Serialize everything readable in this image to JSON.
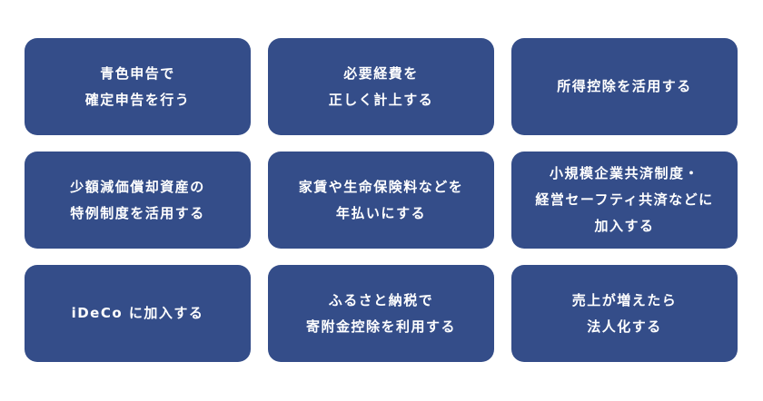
{
  "colors": {
    "card": "#344d89",
    "text": "#ffffff"
  },
  "cards": [
    {
      "lines": [
        "青色申告で",
        "確定申告を行う"
      ]
    },
    {
      "lines": [
        "必要経費を",
        "正しく計上する"
      ]
    },
    {
      "lines": [
        "所得控除を活用する"
      ]
    },
    {
      "lines": [
        "少額減価償却資産の",
        "特例制度を活用する"
      ]
    },
    {
      "lines": [
        "家賃や生命保険料などを",
        "年払いにする"
      ]
    },
    {
      "lines": [
        "小規模企業共済制度・",
        "経営セーフティ共済などに",
        "加入する"
      ]
    },
    {
      "lines": [
        "iDeCo に加入する"
      ]
    },
    {
      "lines": [
        "ふるさと納税で",
        "寄附金控除を利用する"
      ]
    },
    {
      "lines": [
        "売上が増えたら",
        "法人化する"
      ]
    }
  ]
}
